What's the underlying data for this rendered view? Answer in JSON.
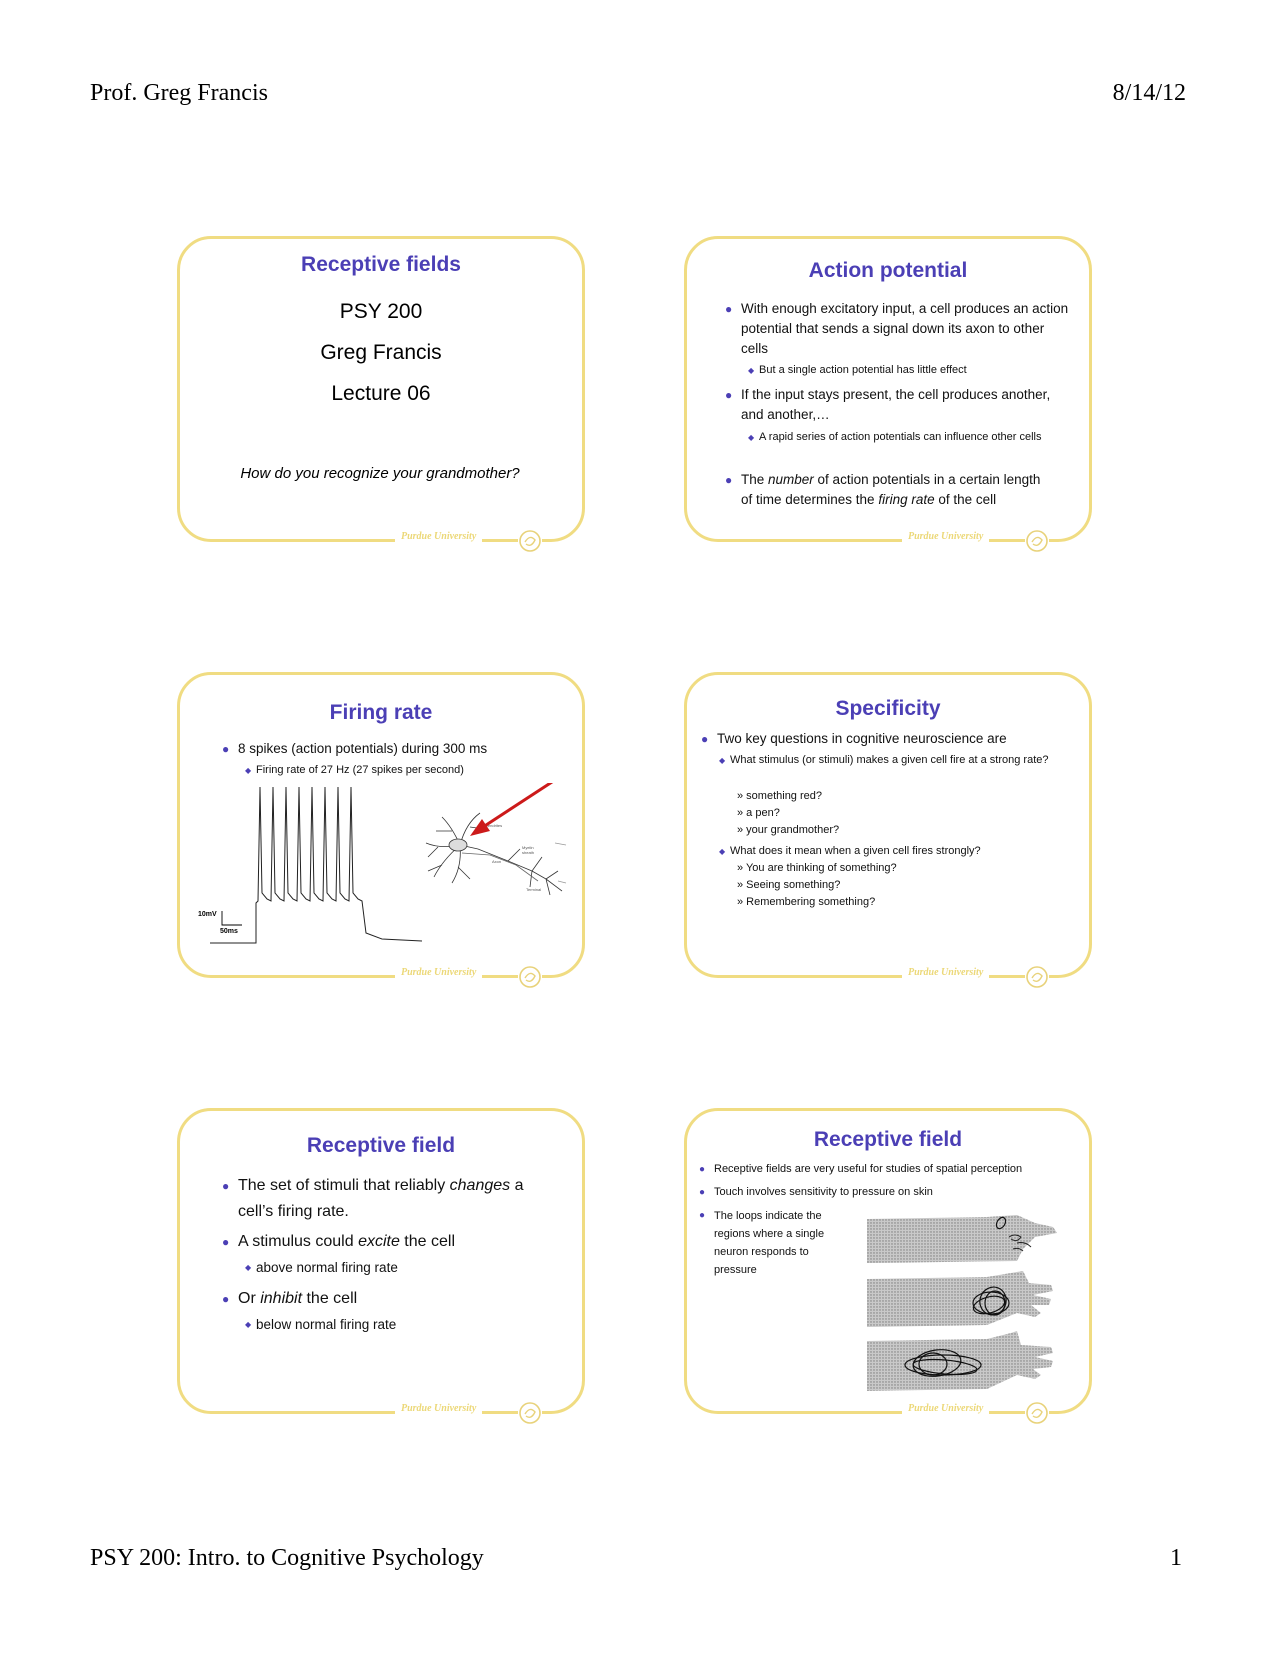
{
  "page": {
    "header_left": "Prof. Greg Francis",
    "header_right": "8/14/12",
    "footer_left": "PSY 200: Intro. to Cognitive Psychology",
    "footer_right": "1"
  },
  "footer_brand": "Purdue University",
  "colors": {
    "title": "#4b3fb5",
    "frame": "#f0dc82"
  },
  "slides": [
    {
      "title": "Receptive fields",
      "lines": [
        "PSY 200",
        "Greg Francis",
        "Lecture 06"
      ],
      "question": "How do you recognize your grandmother?"
    },
    {
      "title": "Action potential",
      "b1": "With enough excitatory input, a cell produces an action potential that sends a signal down its axon to other cells",
      "b1s": "But a single action potential has little effect",
      "b2": "If the input stays present, the cell produces another, and another,…",
      "b2s": "A rapid series of action potentials can influence other cells",
      "b3_pre": "The ",
      "b3_em1": "number",
      "b3_mid": " of action potentials in a certain length of time determines the ",
      "b3_em2": "firing rate",
      "b3_post": " of the cell"
    },
    {
      "title": "Firing rate",
      "b1": "8 spikes (action potentials) during 300 ms",
      "b1s": "Firing rate of  27 Hz (27 spikes per second)",
      "scale_mv": "10mV",
      "scale_ms": "50ms"
    },
    {
      "title": "Specificity",
      "b1": "Two key questions in cognitive neuroscience are",
      "q1": "What stimulus (or stimuli) makes a given cell fire at a strong rate?",
      "q1_items": [
        "» something red?",
        "» a pen?",
        "» your grandmother?"
      ],
      "q2": "What does it mean when a given cell fires strongly?",
      "q2_items": [
        "» You are thinking of something?",
        "» Seeing something?",
        "» Remembering something?"
      ]
    },
    {
      "title": "Receptive field",
      "b1_pre": "The set of stimuli that reliably ",
      "b1_em": "changes",
      "b1_post": " a cell’s firing rate.",
      "b2_pre": "A stimulus could ",
      "b2_em": "excite",
      "b2_post": " the cell",
      "b2s": "above normal firing rate",
      "b3_pre": "Or ",
      "b3_em": "inhibit",
      "b3_post": " the cell",
      "b3s": "below normal firing rate"
    },
    {
      "title": "Receptive field",
      "b1": "Receptive fields are very useful for studies of spatial perception",
      "b2": "Touch involves sensitivity to pressure on skin",
      "b3": "The loops indicate the regions where a single neuron responds to pressure"
    }
  ]
}
